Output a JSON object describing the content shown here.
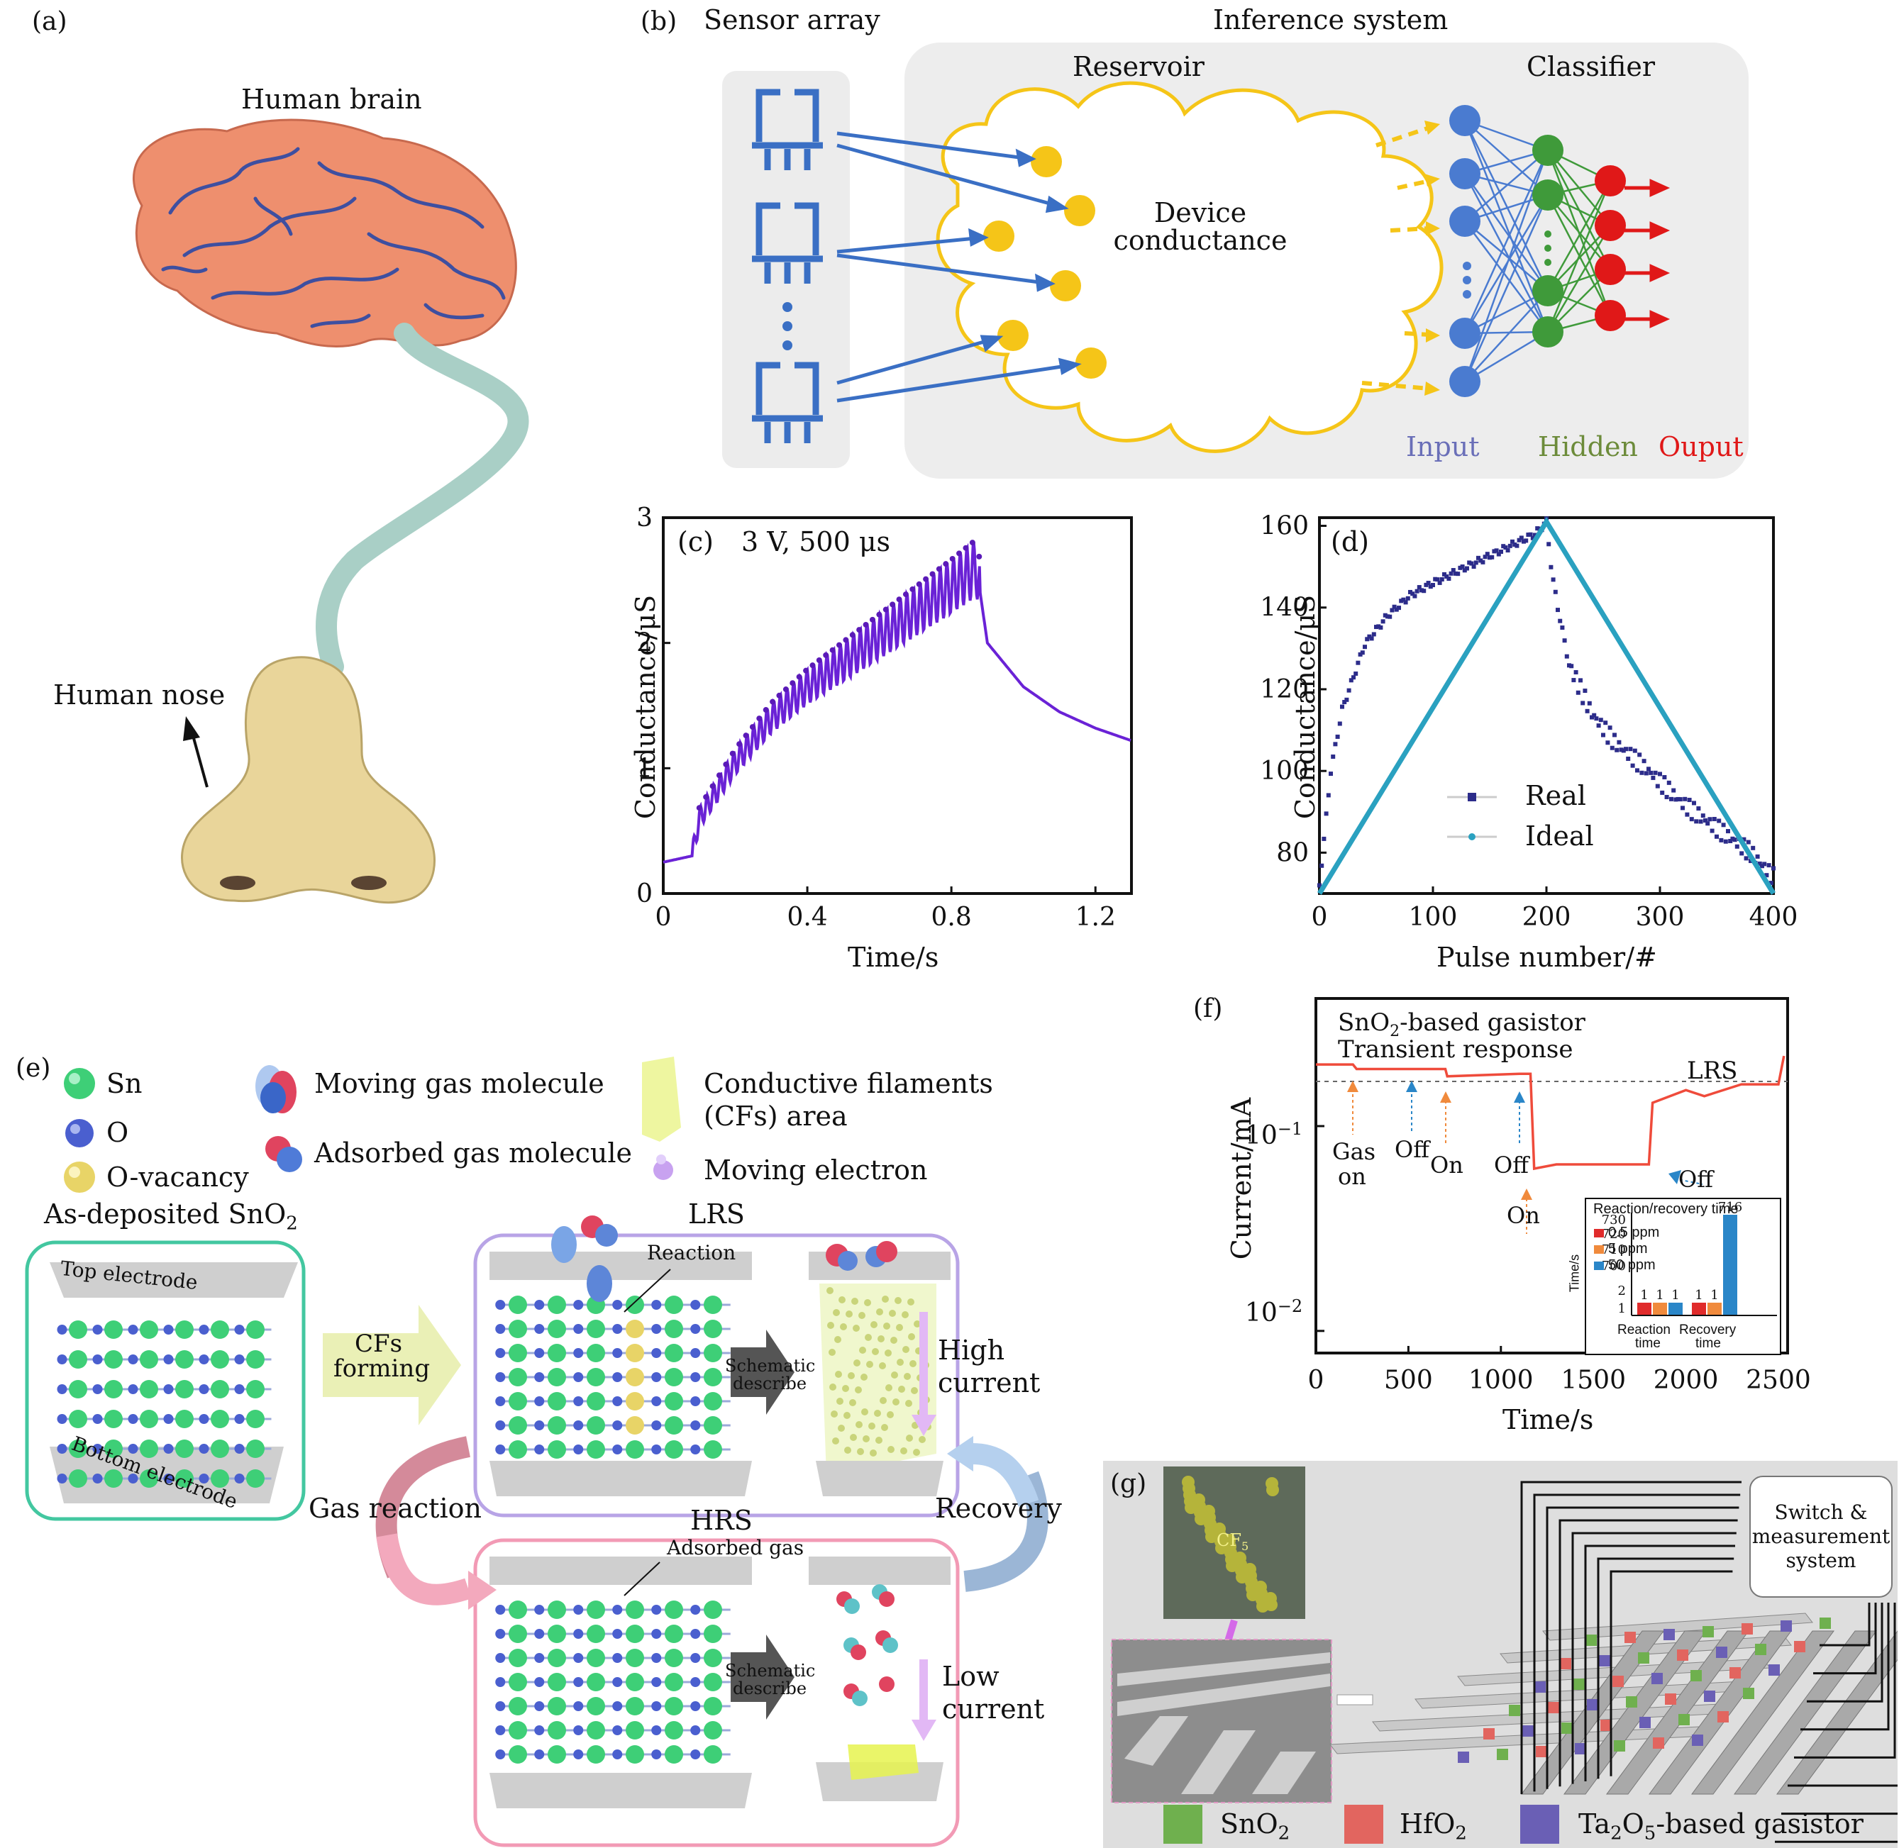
{
  "panel_a": {
    "letter": "(a)",
    "brain_label": "Human brain",
    "nose_label": "Human nose"
  },
  "panel_b": {
    "letter": "(b)",
    "sensor_title": "Sensor array",
    "inference_title": "Inference system",
    "reservoir_title": "Reservoir",
    "classifier_title": "Classifier",
    "device_text_1": "Device",
    "device_text_2": "conductance",
    "layer_input": "Input",
    "layer_hidden": "Hidden",
    "layer_output": "Ouput",
    "colors": {
      "input": "#4a7bd0",
      "hidden": "#3f9a3a",
      "output": "#e01818",
      "reservoir": "#f5c518",
      "sensor": "#3a6fc4"
    }
  },
  "panel_c": {
    "letter": "(c)",
    "annotation": "3 V, 500 μs",
    "xlabel": "Time/s",
    "ylabel": "Conductance/μS",
    "xticks": [
      "0",
      "0.4",
      "0.8",
      "1.2"
    ],
    "yticks": [
      "0",
      "1",
      "2",
      "3"
    ]
  },
  "panel_d": {
    "letter": "(d)",
    "xlabel": "Pulse number/#",
    "ylabel": "Conductance/μS",
    "xticks": [
      "0",
      "100",
      "200",
      "300",
      "400"
    ],
    "yticks": [
      "80",
      "100",
      "120",
      "140",
      "160"
    ],
    "legend": [
      "Real",
      "Ideal"
    ]
  },
  "panel_e": {
    "letter": "(e)",
    "legend": {
      "sn": "Sn",
      "o": "O",
      "ovac": "O-vacancy",
      "moving_gas": "Moving gas molecule",
      "adsorbed_gas": "Adsorbed gas molecule",
      "cf_area_1": "Conductive filaments",
      "cf_area_2": "(CFs) area",
      "moving_electron": "Moving electron"
    },
    "as_deposited": "As-deposited SnO",
    "as_deposited_sub": "2",
    "top_electrode": "Top electrode",
    "bottom_electrode": "Bottom electrode",
    "cfs_forming_1": "CFs",
    "cfs_forming_2": "forming",
    "lrs": "LRS",
    "hrs": "HRS",
    "reaction": "Reaction",
    "adsorbed_gas_lbl": "Adsorbed gas",
    "schematic_1": "Schematic",
    "schematic_2": "describe",
    "high_current_1": "High",
    "high_current_2": "current",
    "low_current_1": "Low",
    "low_current_2": "current",
    "gas_reaction": "Gas reaction",
    "recovery": "Recovery"
  },
  "panel_f": {
    "letter": "(f)",
    "title_1": "SnO",
    "title_1_sub": "2",
    "title_1_rest": "-based gasistor",
    "title_2": "Transient response",
    "lrs": "LRS",
    "xlabel": "Time/s",
    "ylabel": "Current/mA",
    "xticks": [
      "0",
      "500",
      "1000",
      "1500",
      "2000",
      "2500"
    ],
    "ytick_hi": "10",
    "ytick_hi_exp": "−1",
    "ytick_lo": "10",
    "ytick_lo_exp": "−2",
    "events": [
      "Gas",
      "on",
      "Off",
      "On",
      "Off",
      "On",
      "Off"
    ],
    "inset": {
      "title": "Reaction/recovery time",
      "ylabel": "Time/s",
      "yticks": [
        "730",
        "720",
        "710",
        "700",
        "2",
        "1"
      ],
      "legend": [
        "0.5 ppm",
        "5 ppm",
        "50 ppm"
      ],
      "colors": [
        "#e02b2b",
        "#f08a3c",
        "#2a86c8"
      ],
      "xcat": [
        "Reaction",
        "Recovery"
      ],
      "xcat2": [
        "time",
        "time"
      ],
      "bar_labels": [
        "1",
        "1",
        "1",
        "1",
        "1",
        "716"
      ]
    }
  },
  "panel_g": {
    "letter": "(g)",
    "cf_label": "CF",
    "cf_sub": "5",
    "switch_1": "Switch &",
    "switch_2": "measurement",
    "switch_3": "system",
    "legend": [
      {
        "name": "SnO",
        "sub": "2",
        "rest": "",
        "color": "#6fb04e"
      },
      {
        "name": "HfO",
        "sub": "2",
        "rest": "",
        "color": "#e2655f"
      },
      {
        "name": "Ta",
        "sub": "2",
        "rest": "O",
        "sub2": "5",
        "rest2": "-based gasistor",
        "color": "#6a5fb5"
      }
    ]
  },
  "chart_data": [
    {
      "type": "line",
      "title": "",
      "annotation": "3 V, 500 μs",
      "xlabel": "Time/s",
      "ylabel": "Conductance/μS",
      "xlim": [
        0,
        1.3
      ],
      "ylim": [
        0,
        3
      ],
      "series": [
        {
          "values_note": "",
          "x": [
            0,
            0.08,
            0.1,
            0.2,
            0.3,
            0.4,
            0.5,
            0.6,
            0.7,
            0.8,
            0.87,
            0.9,
            1.0,
            1.1,
            1.2,
            1.3
          ],
          "y": [
            0.25,
            0.3,
            0.6,
            1.05,
            1.4,
            1.65,
            1.85,
            2.05,
            2.25,
            2.45,
            2.6,
            2.0,
            1.65,
            1.45,
            1.32,
            1.22
          ]
        }
      ]
    },
    {
      "type": "scatter",
      "title": "",
      "xlabel": "Pulse number/#",
      "ylabel": "Conductance/μS",
      "xlim": [
        0,
        400
      ],
      "ylim": [
        70,
        162
      ],
      "series": [
        {
          "name": "Real",
          "x": [
            0,
            10,
            20,
            40,
            60,
            80,
            100,
            130,
            160,
            190,
            200,
            205,
            210,
            220,
            240,
            260,
            290,
            320,
            350,
            380,
            400
          ],
          "y": [
            72,
            100,
            115,
            131,
            138,
            143,
            146,
            150,
            154,
            158,
            161,
            148,
            140,
            126,
            114,
            107,
            100,
            92,
            86,
            80,
            74
          ]
        },
        {
          "name": "Ideal",
          "x": [
            0,
            200,
            400
          ],
          "y": [
            70,
            161,
            70
          ]
        }
      ]
    },
    {
      "type": "line",
      "title": "",
      "xlabel": "Time/s",
      "ylabel": "Current/mA",
      "xlim": [
        0,
        2550
      ],
      "yscale": "log",
      "series": [
        {
          "x": [
            0,
            200,
            220,
            700,
            710,
            1100,
            1160,
            1180,
            1300,
            1800,
            1820,
            2000,
            2100,
            2300,
            2500,
            2530
          ],
          "y": [
            0.2,
            0.2,
            0.19,
            0.19,
            0.175,
            0.18,
            0.18,
            0.062,
            0.065,
            0.065,
            0.13,
            0.15,
            0.14,
            0.16,
            0.16,
            0.22
          ]
        }
      ]
    },
    {
      "type": "bar",
      "title": "Reaction/recovery time",
      "ylabel": "Time/s",
      "categories": [
        "Reaction time",
        "Recovery time"
      ],
      "series": [
        {
          "name": "0.5 ppm",
          "values": [
            1,
            1
          ]
        },
        {
          "name": "5 ppm",
          "values": [
            1,
            1
          ]
        },
        {
          "name": "50 ppm",
          "values": [
            1,
            716
          ]
        }
      ]
    }
  ]
}
